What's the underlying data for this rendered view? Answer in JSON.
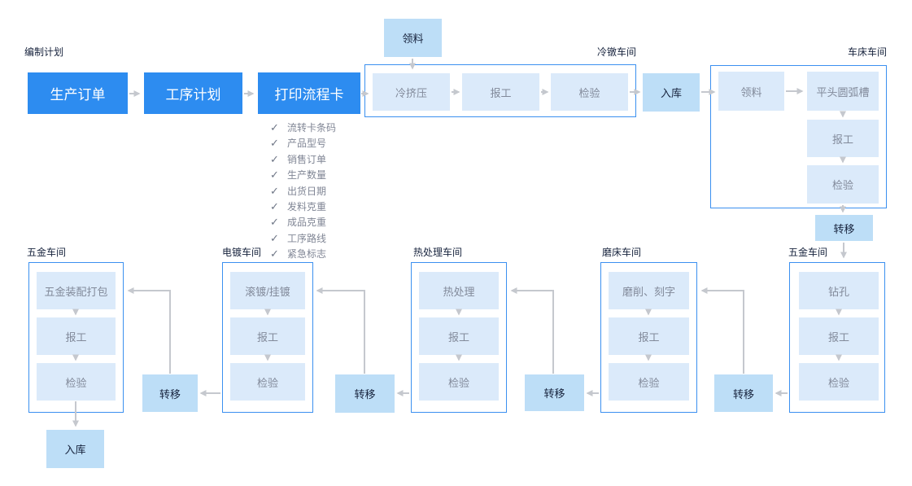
{
  "plan": {
    "label": "编制计划",
    "production_order": "生产订单",
    "process_plan": "工序计划",
    "print_flow_card": "打印流程卡"
  },
  "print_card_fields": [
    "流转卡条码",
    "产品型号",
    "销售订单",
    "生产数量",
    "出货日期",
    "发料克重",
    "成品克重",
    "工序路线",
    "紧急标志"
  ],
  "icons": {
    "check": "✓"
  },
  "nodes": {
    "pick_material": "领料",
    "inbound": "入库",
    "transfer": "转移"
  },
  "workshops": {
    "cold_heading": {
      "label": "冷镦车间",
      "steps": [
        "冷挤压",
        "报工",
        "检验"
      ]
    },
    "lathe": {
      "label": "车床车间",
      "steps": [
        "领料",
        "平头圆弧槽",
        "报工",
        "检验"
      ]
    },
    "hardware_right": {
      "label": "五金车间",
      "steps": [
        "钻孔",
        "报工",
        "检验"
      ]
    },
    "grinder": {
      "label": "磨床车间",
      "steps": [
        "磨削、刻字",
        "报工",
        "检验"
      ]
    },
    "heat_treatment": {
      "label": "热处理车间",
      "steps": [
        "热处理",
        "报工",
        "检验"
      ]
    },
    "plating": {
      "label": "电镀车间",
      "steps": [
        "滚镀/挂镀",
        "报工",
        "检验"
      ]
    },
    "hardware_left": {
      "label": "五金车间",
      "steps": [
        "五金装配打包",
        "报工",
        "检验"
      ]
    }
  },
  "colors": {
    "primary": "#2d8cf0",
    "light_box": "#dbeafa",
    "medium_box": "#bddef7",
    "container_border": "#3b90f0",
    "arrow": "#c5c8ce",
    "dark_text": "#17233d",
    "gray_text": "#828a9a"
  }
}
